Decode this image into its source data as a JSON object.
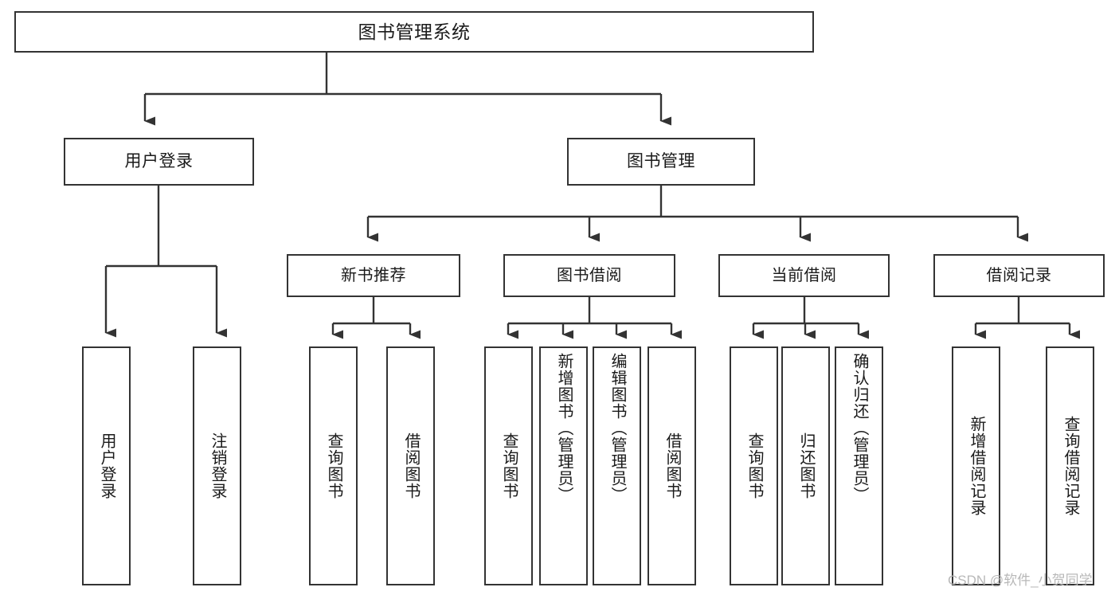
{
  "diagram": {
    "type": "tree-hierarchy",
    "title": "图书管理系统",
    "root": {
      "id": "root",
      "label": "图书管理系统"
    },
    "level2": [
      {
        "id": "user-login",
        "label": "用户登录"
      },
      {
        "id": "book-manage",
        "label": "图书管理"
      }
    ],
    "level3": [
      {
        "id": "new-book-recommend",
        "label": "新书推荐",
        "parent": "book-manage"
      },
      {
        "id": "book-borrow",
        "label": "图书借阅",
        "parent": "book-manage"
      },
      {
        "id": "current-borrow",
        "label": "当前借阅",
        "parent": "book-manage"
      },
      {
        "id": "borrow-record",
        "label": "借阅记录",
        "parent": "book-manage"
      }
    ],
    "leaves": [
      {
        "id": "leaf-user-login",
        "label": "用户登录",
        "parent": "user-login"
      },
      {
        "id": "leaf-user-logout",
        "label": "注销登录",
        "parent": "user-login"
      },
      {
        "id": "leaf-query-book-1",
        "label": "查询图书",
        "parent": "new-book-recommend"
      },
      {
        "id": "leaf-borrow-book-1",
        "label": "借阅图书",
        "parent": "new-book-recommend"
      },
      {
        "id": "leaf-query-book-2",
        "label": "查询图书",
        "parent": "book-borrow"
      },
      {
        "id": "leaf-add-book",
        "label": "新增图书（管理员）",
        "parent": "book-borrow"
      },
      {
        "id": "leaf-edit-book",
        "label": "编辑图书（管理员）",
        "parent": "book-borrow"
      },
      {
        "id": "leaf-borrow-book-2",
        "label": "借阅图书",
        "parent": "book-borrow"
      },
      {
        "id": "leaf-query-book-3",
        "label": "查询图书",
        "parent": "current-borrow"
      },
      {
        "id": "leaf-return-book",
        "label": "归还图书",
        "parent": "current-borrow"
      },
      {
        "id": "leaf-confirm-return",
        "label": "确认归还（管理员）",
        "parent": "current-borrow"
      },
      {
        "id": "leaf-add-record",
        "label": "新增借阅记录",
        "parent": "borrow-record"
      },
      {
        "id": "leaf-query-record",
        "label": "查询借阅记录",
        "parent": "borrow-record"
      }
    ],
    "colors": {
      "stroke": "#333333",
      "background": "#ffffff",
      "text": "#1a1a1a",
      "watermark": "#b8b8b8"
    }
  },
  "watermark": {
    "text": "CSDN @软件_小贺同学"
  }
}
